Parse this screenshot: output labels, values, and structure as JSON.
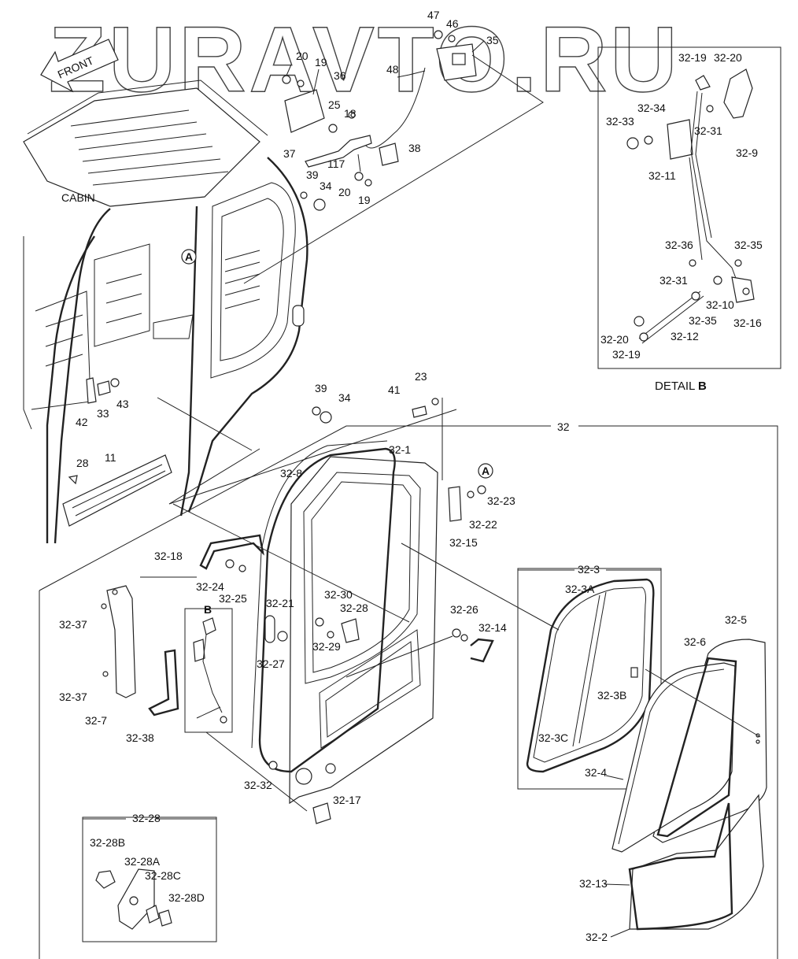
{
  "watermark": "ZURAVTO.RU",
  "front_arrow": "FRONT",
  "cabin_label": "CABIN",
  "detail_b_prefix": "DETAIL",
  "detail_b_letter": "B",
  "labels": [
    "47",
    "46",
    "35",
    "48",
    "20",
    "19",
    "36",
    "25",
    "18",
    "37",
    "117",
    "38",
    "39",
    "20",
    "19",
    "34",
    "32-19",
    "32-20",
    "32-34",
    "32-33",
    "32-31",
    "32-9",
    "32-11",
    "32-36",
    "32-35",
    "32-31",
    "32-10",
    "32-16",
    "32-35",
    "32-20",
    "32-12",
    "32-19",
    "A",
    "39",
    "34",
    "23",
    "41",
    "32",
    "42",
    "33",
    "43",
    "28",
    "11",
    "32-1",
    "32-8",
    "A",
    "32-23",
    "32-22",
    "32-15",
    "32-18",
    "32-24",
    "32-25",
    "B",
    "32-21",
    "32-30",
    "32-28",
    "32-26",
    "32-14",
    "32-29",
    "32-27",
    "32-3",
    "32-3A",
    "32-5",
    "32-6",
    "32-3B",
    "32-3C",
    "32-4",
    "32-37",
    "32-37",
    "32-7",
    "32-38",
    "32-32",
    "32-17",
    "32-28",
    "32-28B",
    "32-28A",
    "32-28C",
    "32-28D",
    "32-13",
    "32-2"
  ]
}
